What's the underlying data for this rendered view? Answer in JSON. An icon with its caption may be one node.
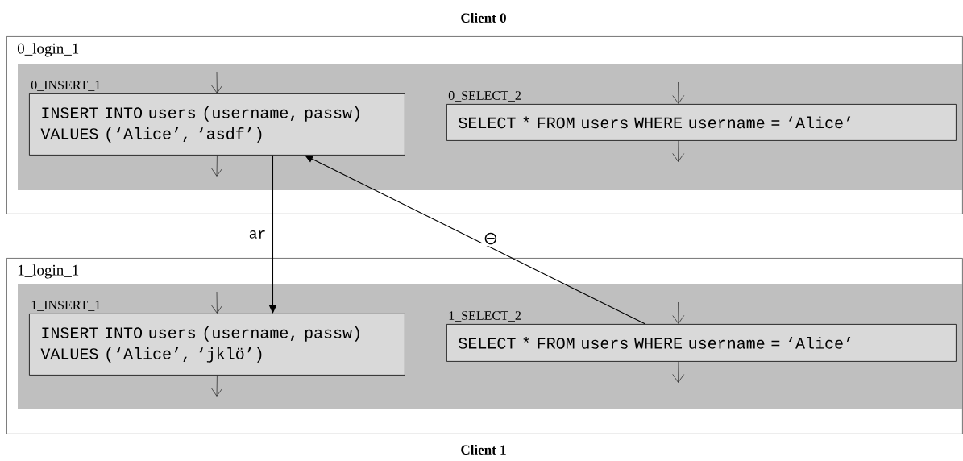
{
  "diagram": {
    "nodes": [
      {
        "text": [
          "0_login_1"
        ]
      },
      {
        "text": [
          "0_INSERT_1",
          "INSERT INTO users (username, passw) VALUES (‘Alice’, ‘asdf’)"
        ],
        "in": 0
      },
      {
        "text": [
          "0_SELECT_2",
          "SELECT * FROM users WHERE username = ‘Alice’"
        ],
        "in": 0
      },
      {
        "text": [
          "1_login_1"
        ]
      },
      {
        "text": [
          "1_INSERT_1",
          "INSERT INTO users (username, passw) VALUES (‘Alice’, ‘jklö’)"
        ],
        "in": 3
      },
      {
        "text": [
          "1_SELECT_2",
          "SELECT * FROM users WHERE username = ‘Alice’"
        ],
        "in": 3
      }
    ],
    "edges": [
      {
        "from": 1,
        "to": 4,
        "arrow": "to",
        "label": "ar"
      },
      {
        "from": 5,
        "to": 1,
        "arrow": "to",
        "label": "⊖"
      },
      {
        "from": null,
        "to": 1,
        "arrow": "to"
      },
      {
        "from": 1,
        "to": null,
        "arrow": "to"
      },
      {
        "from": null,
        "to": 2,
        "arrow": "to"
      },
      {
        "from": 2,
        "to": null,
        "arrow": "to"
      },
      {
        "from": null,
        "to": 4,
        "arrow": "to"
      },
      {
        "from": 4,
        "to": null,
        "arrow": "to"
      },
      {
        "from": null,
        "to": 5,
        "arrow": "to"
      },
      {
        "from": 5,
        "to": null,
        "arrow": "to"
      }
    ],
    "labels": [
      "Client 0",
      "Client 1"
    ]
  }
}
